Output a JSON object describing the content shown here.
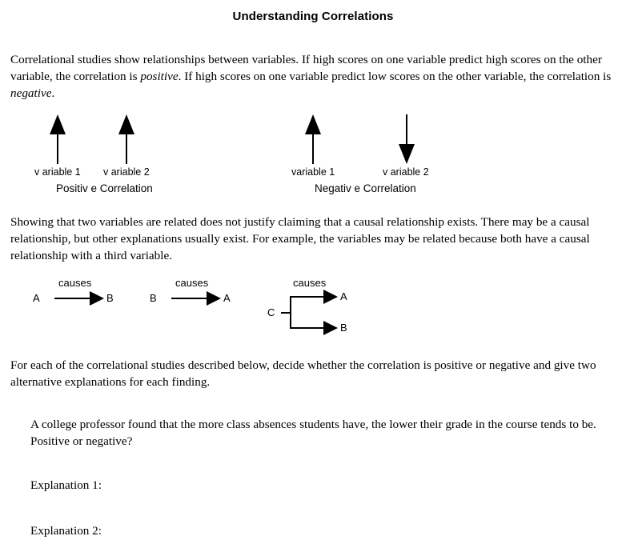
{
  "document": {
    "title": "Understanding Correlations",
    "paragraphs": {
      "intro_a": "Correlational studies show relationships between variables. If high scores on one variable predict high scores on the other variable, the correlation is ",
      "intro_italic_1": "positive",
      "intro_b": ". If high scores on one variable predict low scores on the other variable, the correlation is ",
      "intro_italic_2": "negative",
      "intro_c": ".",
      "causation": "Showing that two variables are related does not justify claiming that a causal relationship exists. There may be a causal relationship, but other explanations usually exist. For example, the variables may be related because both have a causal relationship with a third variable.",
      "instructions": "For each of the correlational studies described below, decide whether the correlation is positive or negative and give two alternative explanations for each finding."
    },
    "correlation_diagram": {
      "positive": {
        "caption": "Positiv e Correlation",
        "variable_1_label": "v ariable 1",
        "variable_2_label": "v ariable 2",
        "variable_1_direction": "up",
        "variable_2_direction": "up"
      },
      "negative": {
        "caption": "Negativ e Correlation",
        "variable_1_label": "variable 1",
        "variable_2_label": "v ariable 2",
        "variable_1_direction": "up",
        "variable_2_direction": "down"
      }
    },
    "causal_diagram": {
      "first": {
        "causes_label": "causes",
        "from": "A",
        "to": "B"
      },
      "second": {
        "causes_label": "causes",
        "from": "B",
        "to": "A"
      },
      "third": {
        "causes_label": "causes",
        "from": "C",
        "to_upper": "A",
        "to_lower": "B"
      }
    },
    "exercise": {
      "scenario": "A college professor found that the more class absences students have, the lower their grade in the course tends to be.",
      "question": "Positive or negative?",
      "explanation_1_label": "Explanation 1:",
      "explanation_2_label": "Explanation 2:"
    }
  }
}
